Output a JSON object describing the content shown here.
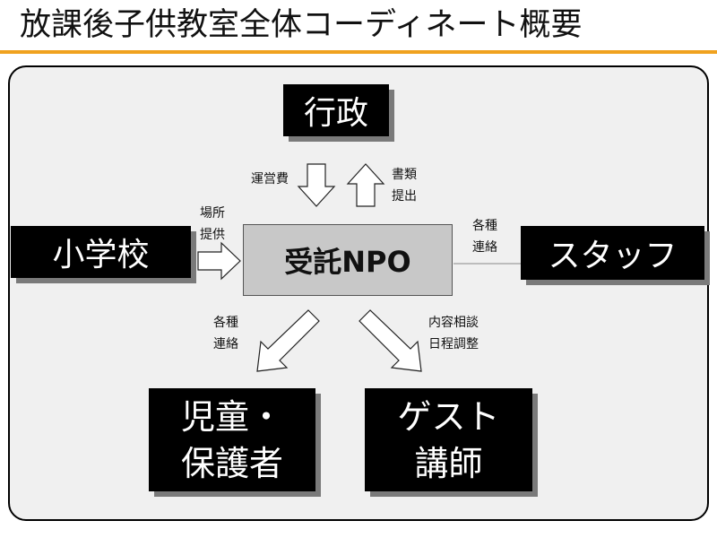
{
  "title": "放課後子供教室全体コーディネート概要",
  "colors": {
    "accent": "#f0a21f",
    "node_dark": "#000000",
    "node_center": "#c8c8c8",
    "shadow": "#7a7a7a",
    "panel": "#f0f0f0"
  },
  "nodes": {
    "gyosei": "行政",
    "center": "受託NPO",
    "school": "小学校",
    "staff": "スタッフ",
    "children": [
      "児童・",
      "保護者"
    ],
    "guest": [
      "ゲスト",
      "講師"
    ]
  },
  "edges": {
    "unei": "運営費",
    "shorui": [
      "書類",
      "提出"
    ],
    "basho": [
      "場所",
      "提供"
    ],
    "staff_renraku": [
      "各種",
      "連絡"
    ],
    "children_renraku": [
      "各種",
      "連絡"
    ],
    "guest_naiyo": [
      "内容相談",
      "日程調整"
    ]
  }
}
